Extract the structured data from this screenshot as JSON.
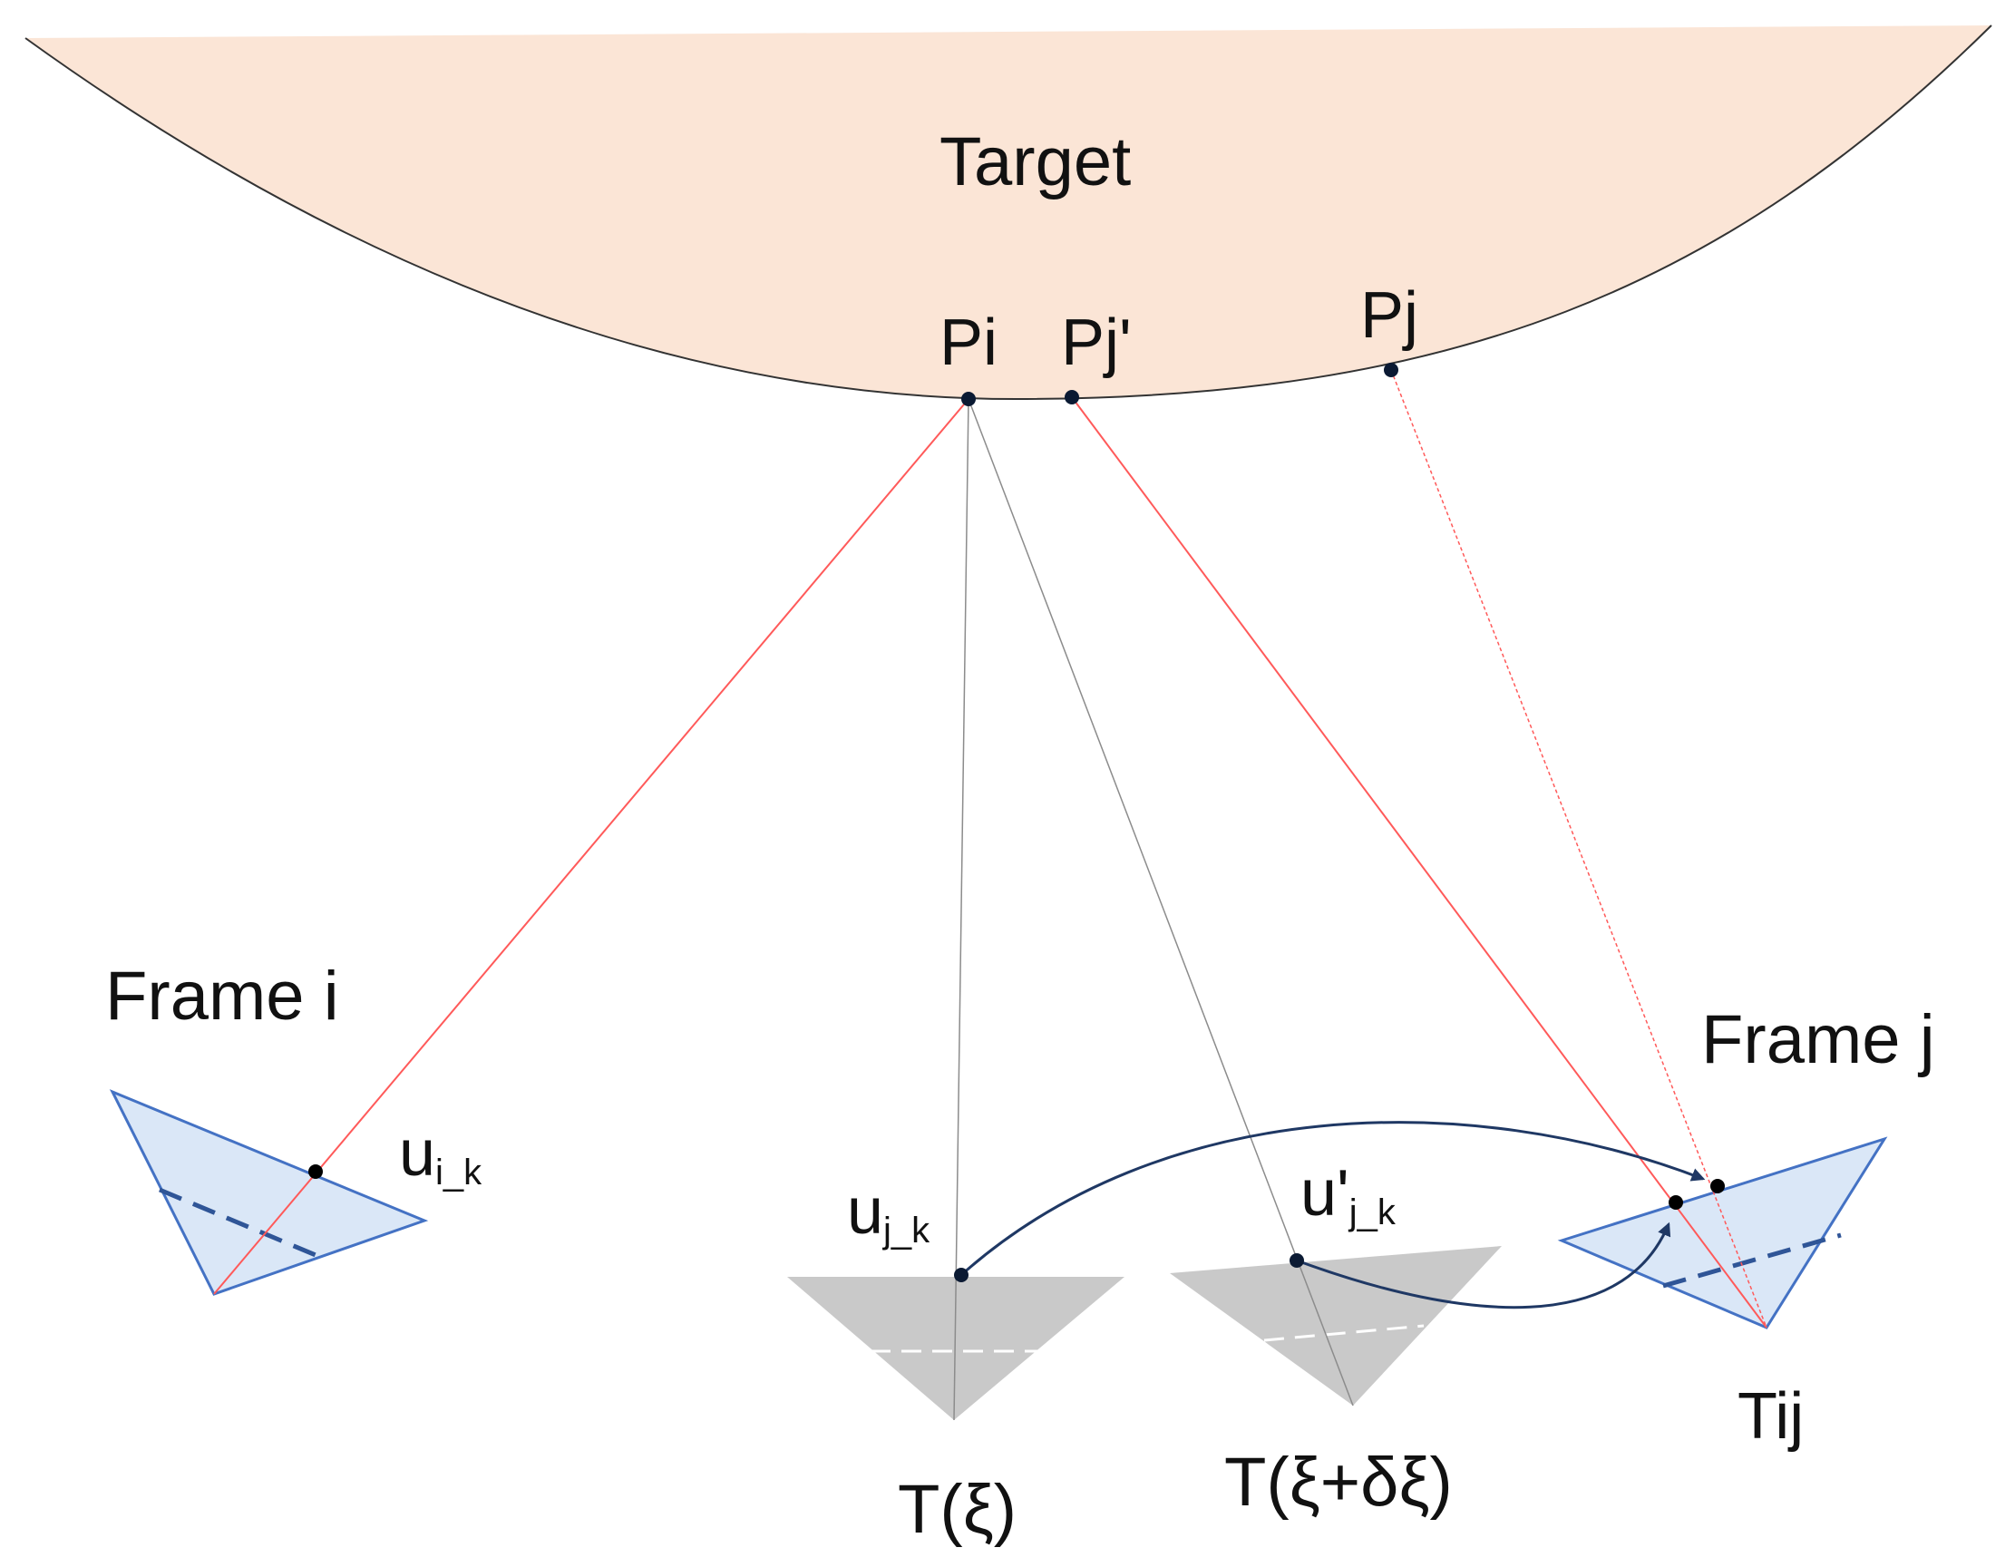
{
  "colors": {
    "target_fill": "#fbe5d6",
    "target_edge": "#333333",
    "ray_red": "#ff5a5a",
    "ray_gray": "#8c8c8c",
    "frame_blue_fill": "#dae7f7",
    "frame_blue_edge": "#4472c4",
    "frame_gray_fill": "#c9c9c9",
    "arrow_navy": "#1f3864",
    "point_dark": "#0b1a33"
  },
  "labels": {
    "target": "Target",
    "pi": "Pi",
    "pj_prime": "Pj'",
    "pj": "Pj",
    "frame_i": "Frame i",
    "frame_j": "Frame j",
    "u_i_main": "u",
    "u_i_sub": "i_k",
    "u_j_main": "u",
    "u_j_sub": "j_k",
    "u_jp_main": "u'",
    "u_jp_sub": "j_k",
    "t_xi": "T(ξ)",
    "t_xi_dxi": "T(ξ+δξ)",
    "tij": "Tij"
  }
}
